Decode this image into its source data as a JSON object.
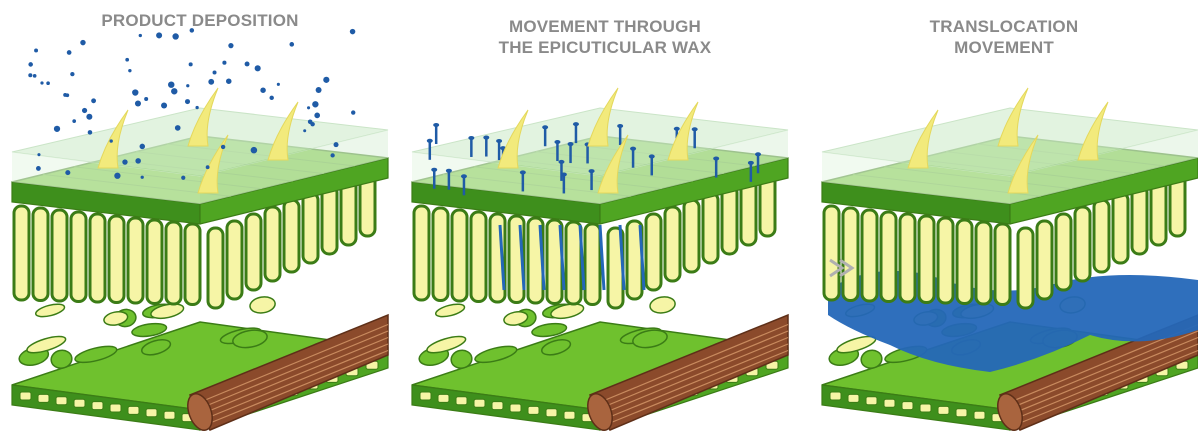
{
  "panels": [
    {
      "title_lines": [
        "PRODUCT DEPOSITION"
      ]
    },
    {
      "title_lines": [
        "MOVEMENT THROUGH",
        "THE EPICUTICULAR WAX"
      ]
    },
    {
      "title_lines": [
        "TRANSLOCATION",
        "MOVEMENT"
      ]
    }
  ],
  "colors": {
    "leaf_green": "#6fc12e",
    "leaf_dark": "#3e8f1c",
    "cell_yellow": "#f6f5a6",
    "cell_outline": "#3b7c16",
    "wax_layer": "#d9f0d6",
    "droplet_blue": "#1f5ba6",
    "solution_blue": "#2467b8",
    "vein_brown": "#8b4a2b",
    "hair_yellow": "#f2ea7c",
    "title_gray": "#8a8a8a"
  }
}
